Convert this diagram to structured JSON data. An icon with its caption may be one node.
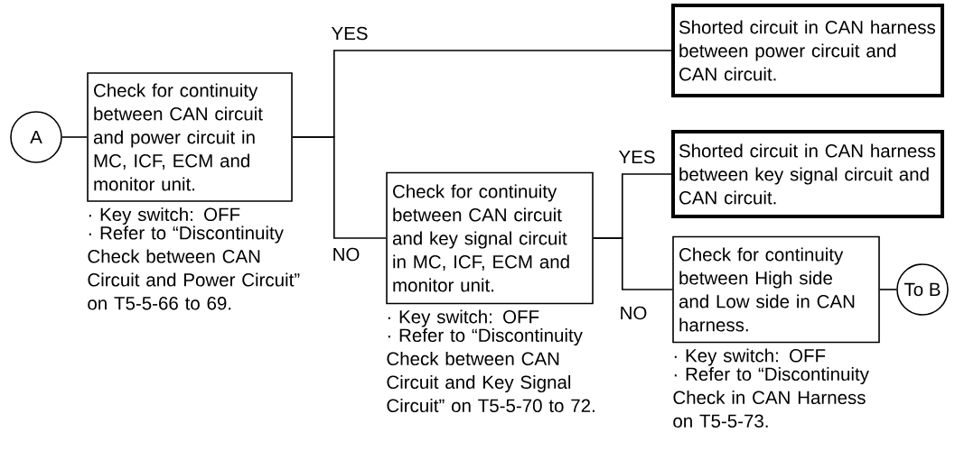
{
  "diagram": {
    "nodes": [
      {
        "text": [
          "A"
        ]
      },
      {
        "text": [
          "Check for continuity between CAN circuit and power circuit in MC, ICF, ECM and monitor unit."
        ],
        "beside": [
          "· Key switch: OFF",
          "· Refer to “Discontinuity Check between CAN Circuit and Power Circuit” on T5-5-66 to 69."
        ]
      },
      {
        "text": [
          "Shorted circuit in CAN harness between power circuit and CAN circuit."
        ]
      },
      {
        "text": [
          "Check for continuity between CAN circuit and key signal circuit in MC, ICF, ECM and monitor unit."
        ],
        "beside": [
          "· Key switch: OFF",
          "· Refer to “Discontinuity Check between CAN Circuit and Key Signal Circuit” on T5-5-70 to 72."
        ]
      },
      {
        "text": [
          "Shorted circuit in CAN harness between key signal circuit and CAN circuit."
        ]
      },
      {
        "text": [
          "Check for continuity between High side and Low side in CAN harness."
        ],
        "beside": [
          "· Key switch: OFF",
          "· Refer to “Discontinuity Check in CAN Harness on T5-5-73."
        ]
      },
      {
        "text": [
          "To B"
        ]
      }
    ],
    "edges": [
      {
        "from": 0,
        "to": 1,
        "arrow": "none"
      },
      {
        "from": 1,
        "to": 2,
        "arrow": "none",
        "label": "YES"
      },
      {
        "from": 1,
        "to": 3,
        "arrow": "none",
        "label": "NO"
      },
      {
        "from": 3,
        "to": 4,
        "arrow": "none",
        "label": "YES"
      },
      {
        "from": 3,
        "to": 5,
        "arrow": "none",
        "label": "NO"
      },
      {
        "from": 5,
        "to": 6,
        "arrow": "none"
      }
    ]
  }
}
